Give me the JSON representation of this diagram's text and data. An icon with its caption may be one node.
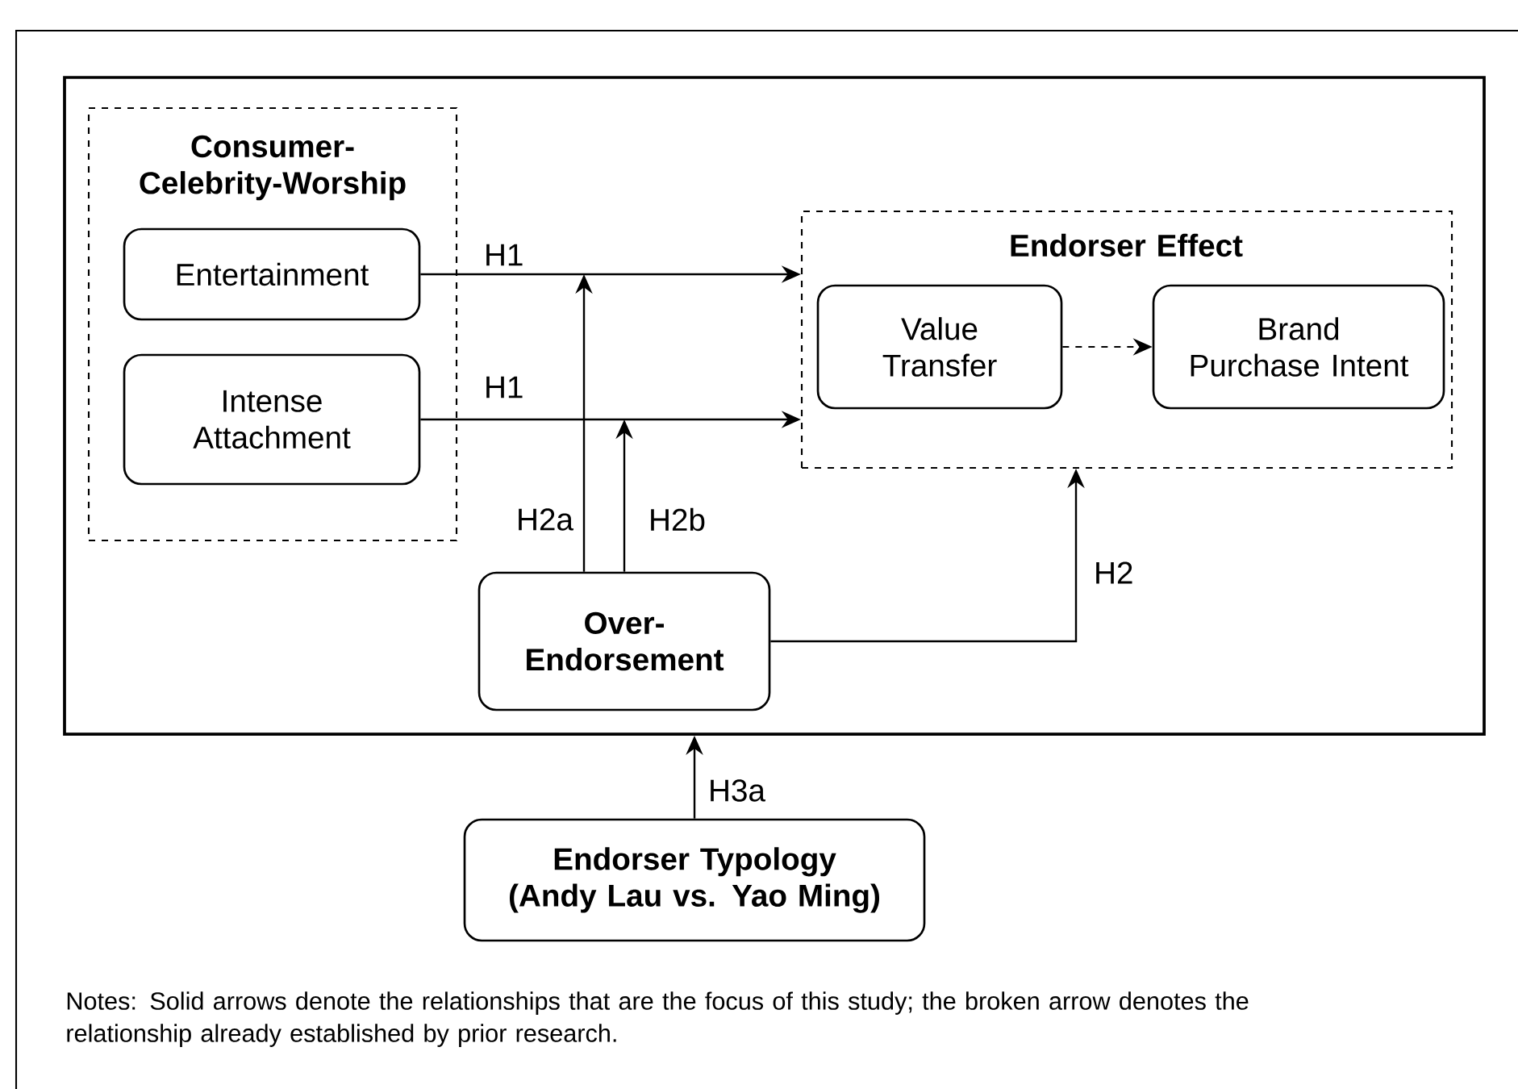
{
  "diagram": {
    "nodes": [
      {
        "text": [],
        "shape": "box"
      },
      {
        "text": [
          "Consumer- Celebrity-Worship"
        ],
        "in": 0
      },
      {
        "text": [
          "Entertainment"
        ],
        "in": 1
      },
      {
        "text": [
          "Intense Attachment"
        ],
        "in": 1
      },
      {
        "text": [
          "Endorser Effect"
        ],
        "in": 0
      },
      {
        "text": [
          "Value Transfer"
        ],
        "in": 4
      },
      {
        "text": [
          "Brand Purchase Intent"
        ],
        "in": 4
      },
      {
        "text": [
          "Over- Endorsement"
        ],
        "in": 0
      },
      {
        "text": [
          "Endorser Typology (Andy Lau vs. Yao Ming)"
        ]
      }
    ],
    "edges": [
      {
        "from": 2,
        "to": 4,
        "arrow": "to",
        "label": "H1"
      },
      {
        "from": 3,
        "to": 4,
        "arrow": "to",
        "label": "H1"
      },
      {
        "from": 7,
        "to": null,
        "arrow": "to",
        "label": "H2a"
      },
      {
        "from": 7,
        "to": null,
        "arrow": "to",
        "label": "H2b"
      },
      {
        "from": 7,
        "to": 4,
        "arrow": "to",
        "label": "H2"
      },
      {
        "from": 5,
        "to": 6,
        "arrow": "to",
        "style": "dashed"
      },
      {
        "from": 8,
        "to": 0,
        "arrow": "to",
        "label": "H3a"
      }
    ],
    "labels": [
      "Notes: Solid arrows denote the relationships that are the focus of this study; the broken arrow denotes the relationship already established by prior research."
    ]
  }
}
